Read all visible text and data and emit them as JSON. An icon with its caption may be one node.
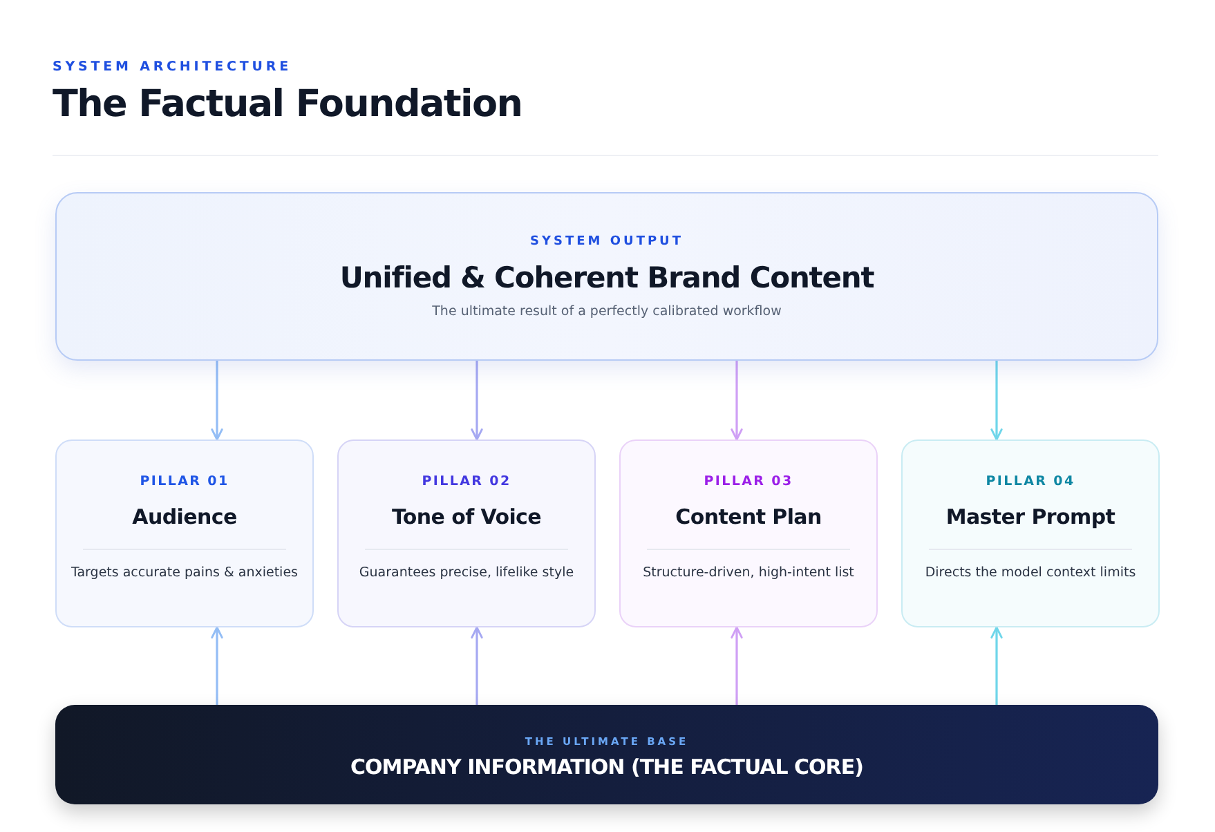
{
  "diagram": {
    "title": "The Factual Foundation",
    "nodes": [
      {
        "text": [
          "SYSTEM OUTPUT",
          "Unified & Coherent Brand Content",
          "The ultimate result of a perfectly calibrated workflow"
        ]
      },
      {
        "text": [
          "PILLAR 01",
          "Audience",
          "Targets accurate pains & anxieties"
        ]
      },
      {
        "text": [
          "PILLAR 02",
          "Tone of Voice",
          "Guarantees precise, lifelike style"
        ]
      },
      {
        "text": [
          "PILLAR 03",
          "Content Plan",
          "Structure-driven, high-intent list"
        ]
      },
      {
        "text": [
          "PILLAR 04",
          "Master Prompt",
          "Directs the model context limits"
        ]
      },
      {
        "text": [
          "THE ULTIMATE BASE",
          "COMPANY INFORMATION (THE FACTUAL CORE)"
        ]
      }
    ],
    "edges": [
      {
        "from": 0,
        "to": 1,
        "arrow": "to",
        "color": "#93bdf5"
      },
      {
        "from": 0,
        "to": 2,
        "arrow": "to",
        "color": "#a5a8f2"
      },
      {
        "from": 0,
        "to": 3,
        "arrow": "to",
        "color": "#cf9ff5"
      },
      {
        "from": 0,
        "to": 4,
        "arrow": "to",
        "color": "#6fd6ea"
      },
      {
        "from": 5,
        "to": 1,
        "arrow": "to",
        "color": "#93bdf5"
      },
      {
        "from": 5,
        "to": 2,
        "arrow": "to",
        "color": "#a5a8f2"
      },
      {
        "from": 5,
        "to": 3,
        "arrow": "to",
        "color": "#cf9ff5"
      },
      {
        "from": 5,
        "to": 4,
        "arrow": "to",
        "color": "#6fd6ea"
      }
    ],
    "labels": [
      "SYSTEM ARCHITECTURE"
    ]
  }
}
